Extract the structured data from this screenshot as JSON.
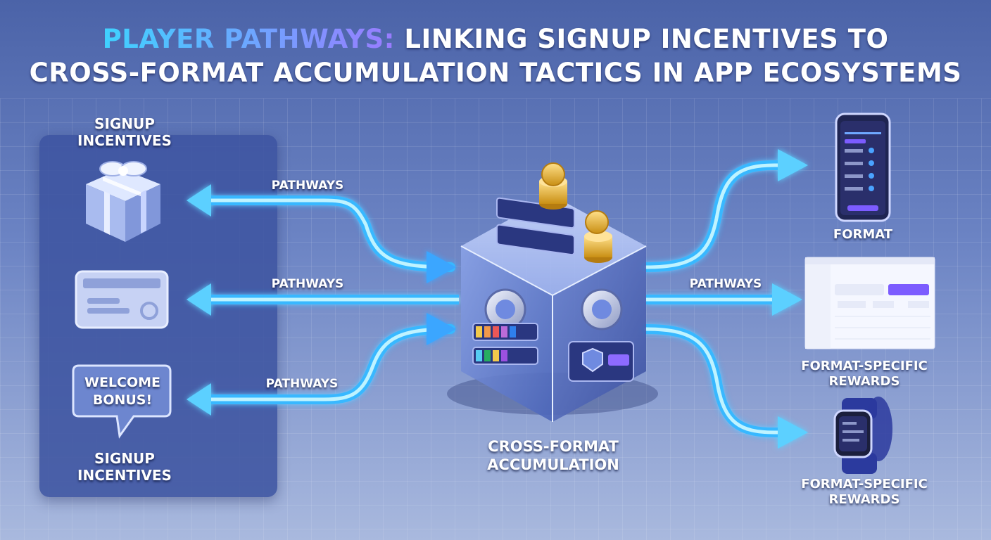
{
  "title": {
    "highlight": "PLAYER PATHWAYS:",
    "rest_line1": "LINKING SIGNUP INCENTIVES TO",
    "line2": "CROSS-FORMAT ACCUMULATION TACTICS IN APP ECOSYSTEMS"
  },
  "left_panel": {
    "heading_top": "SIGNUP INCENTIVES",
    "heading_bottom": "SIGNUP INCENTIVES",
    "bubble_text": "WELCOME BONUS!",
    "icons": [
      "gift-icon",
      "card-icon",
      "speech-bubble-icon"
    ]
  },
  "pathway_labels": [
    "PATHWAYS",
    "PATHWAYS",
    "PATHWAYS",
    "PATHWAYS"
  ],
  "center": {
    "label": "CROSS-FORMAT ACCUMULATION",
    "icons": [
      "cube-icon",
      "coin-stack-icon"
    ]
  },
  "right": {
    "phone_label": "FORMAT",
    "dashboard_label": "FORMAT-SPECIFIC REWARDS",
    "watch_label": "FORMAT-SPECIFIC REWARDS",
    "icons": [
      "phone-icon",
      "dashboard-icon",
      "smartwatch-icon"
    ]
  },
  "colors": {
    "arrow": "#39b8ff",
    "arrow_core": "#bff3ff",
    "accent_purple": "#7a4dff"
  }
}
